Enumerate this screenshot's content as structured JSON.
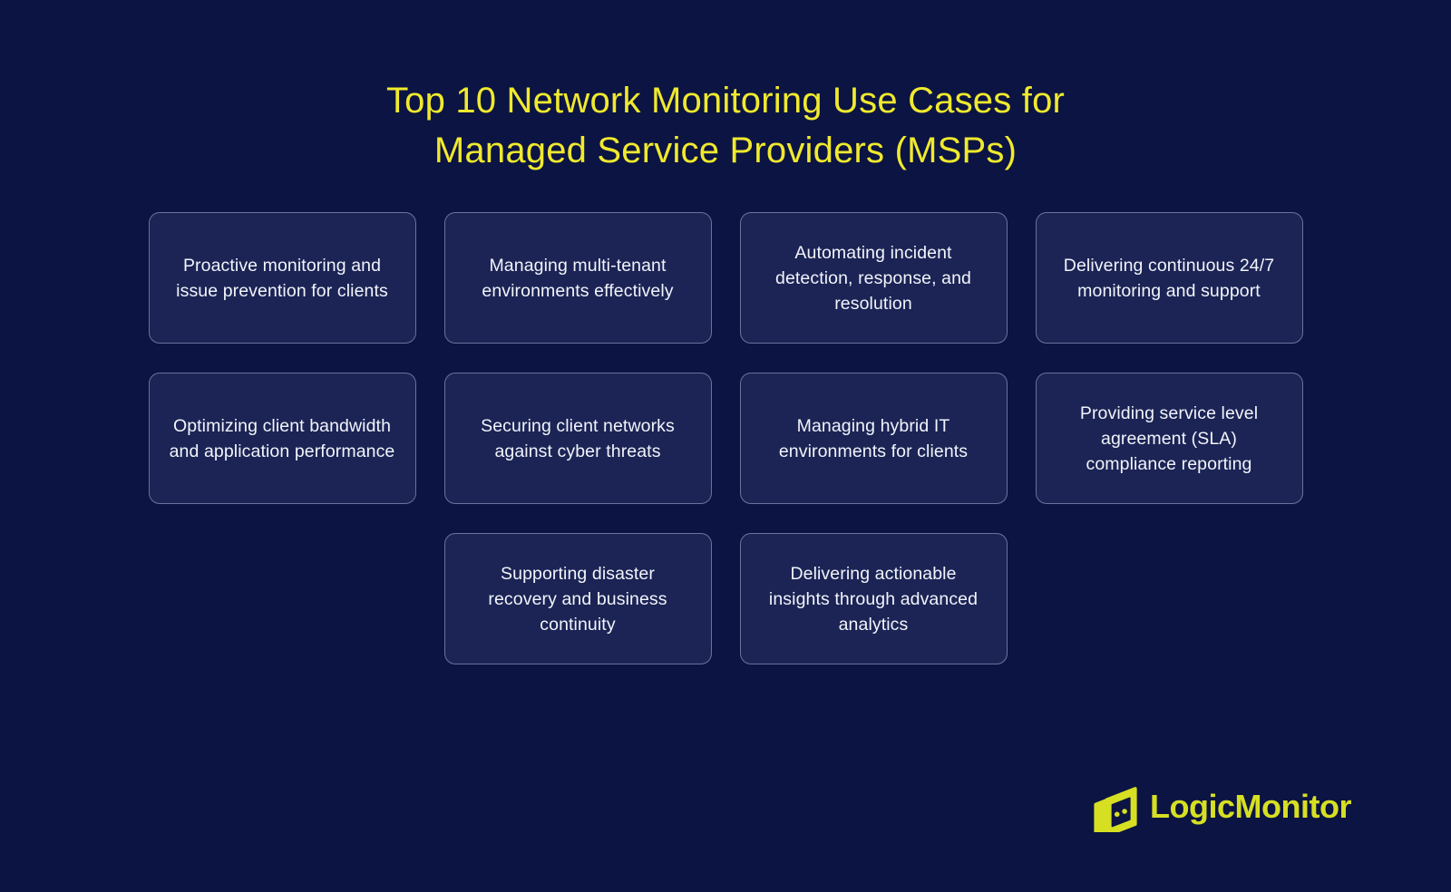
{
  "title": {
    "line1": "Top 10 Network Monitoring Use Cases for",
    "line2": "Managed Service Providers (MSPs)"
  },
  "cards": [
    {
      "label": "Proactive monitoring and issue prevention for clients"
    },
    {
      "label": "Managing multi-tenant environments effectively"
    },
    {
      "label": "Automating incident detection, response, and resolution"
    },
    {
      "label": "Delivering continuous 24/7 monitoring and support"
    },
    {
      "label": "Optimizing client bandwidth and application performance"
    },
    {
      "label": "Securing client networks against cyber threats"
    },
    {
      "label": "Managing hybrid IT environments for clients"
    },
    {
      "label": "Providing service level agreement (SLA) compliance reporting"
    },
    {
      "label": "Supporting disaster recovery and business continuity"
    },
    {
      "label": "Delivering actionable insights through advanced analytics"
    }
  ],
  "logo": {
    "text": "LogicMonitor",
    "mark": "logicmonitor-mark"
  },
  "colors": {
    "background": "#0B1442",
    "card_background": "#1B2455",
    "card_border": "#8E97BF",
    "title": "#F0E92E",
    "logo": "#D7DF23",
    "card_text": "#F2F4FA"
  }
}
